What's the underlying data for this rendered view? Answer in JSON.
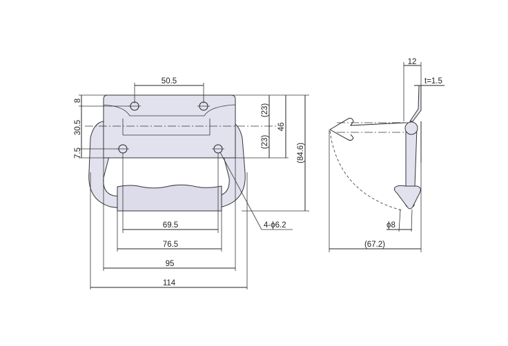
{
  "drawing": {
    "title": "Folding handle technical drawing",
    "colors": {
      "part_fill": "#e2e2ef",
      "line": "#222222",
      "background": "#ffffff"
    },
    "front_view": {
      "dimensions": {
        "hole_spacing_top": "50.5",
        "top_offset": "8",
        "hole_vertical_spacing": "30.5",
        "bottom_offset": "7.5",
        "half_height_upper": "(23)",
        "half_height_lower": "(23)",
        "plate_height": "46",
        "overall_height": "(84.6)",
        "hole_spacing_bottom": "69.5",
        "grip_length": "76.5",
        "inner_width": "95",
        "overall_width": "114",
        "hole_callout": "4-ϕ6.2"
      }
    },
    "side_view": {
      "dimensions": {
        "depth": "12",
        "thickness": "t=1.5",
        "rod_diameter": "ϕ8",
        "swing_radius": "(67.2)"
      }
    }
  }
}
